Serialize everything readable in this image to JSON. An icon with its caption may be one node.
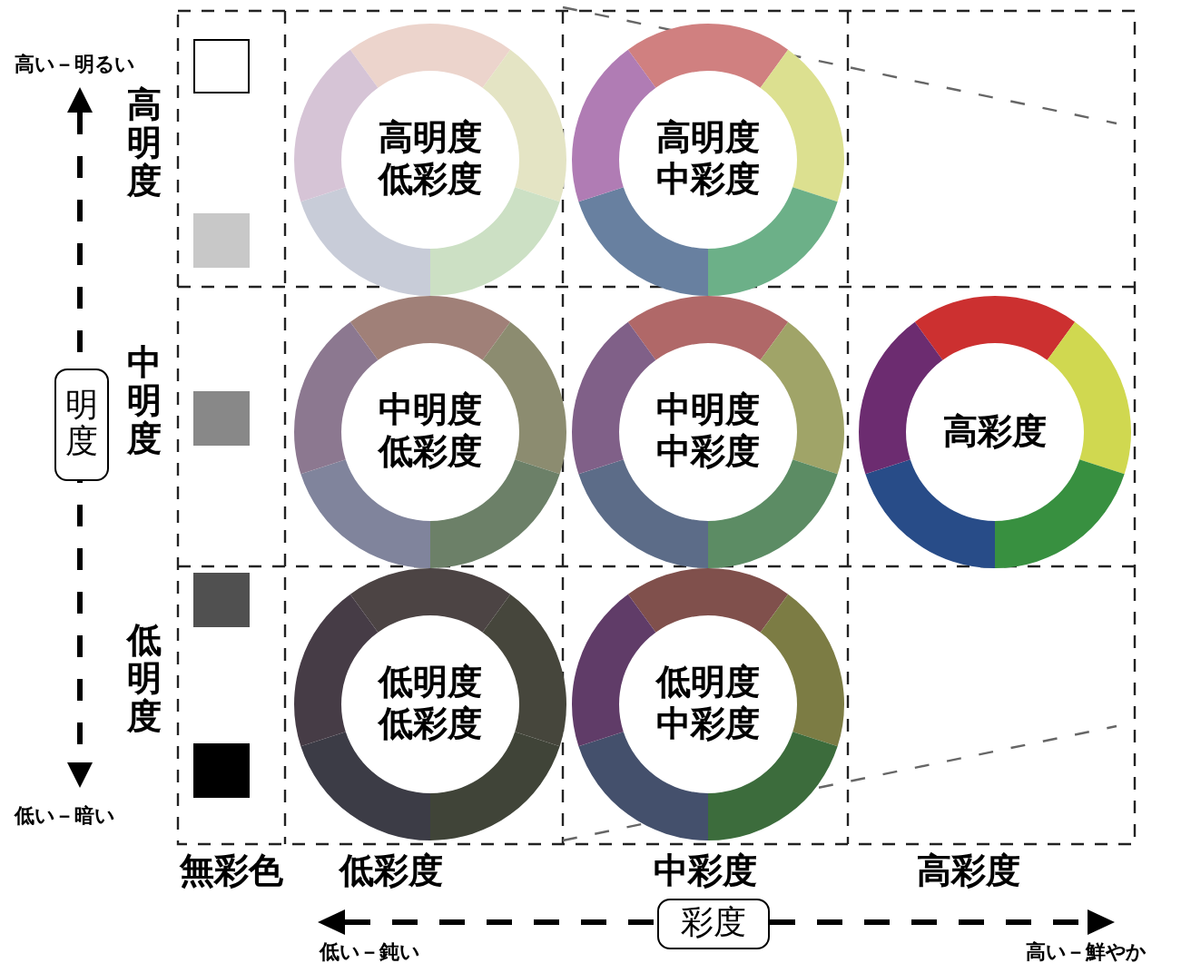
{
  "diagram": {
    "nodes": [
      {
        "text": [
          "高明度低彩度"
        ]
      },
      {
        "text": [
          "高明度中彩度"
        ]
      },
      {
        "text": [
          "明度"
        ]
      },
      {
        "text": [
          "中明度低彩度"
        ]
      },
      {
        "text": [
          "中明度中彩度"
        ]
      },
      {
        "text": [
          "高彩度"
        ]
      },
      {
        "text": [
          "低明度低彩度"
        ]
      },
      {
        "text": [
          "低明度中彩度"
        ]
      },
      {
        "text": [
          "彩度"
        ]
      }
    ],
    "labels": [
      "高い－明るい",
      "高明度",
      "中明度",
      "低明度",
      "低い－暗い",
      "無彩色",
      "低彩度",
      "中彩度",
      "高彩度",
      "低い－鈍い",
      "高い－鮮やか"
    ]
  }
}
